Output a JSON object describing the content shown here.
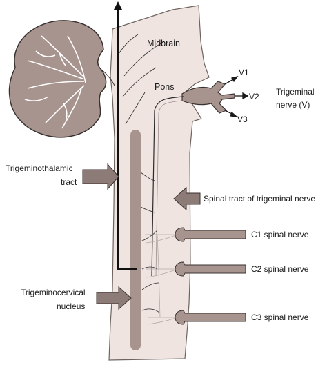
{
  "labels": {
    "midbrain": "Midbrain",
    "pons": "Pons",
    "v1": "V1",
    "v2": "V2",
    "v3": "V3",
    "trigeminal_nerve_line1": "Trigeminal",
    "trigeminal_nerve_line2": "nerve (V)",
    "trigeminothalamic_line1": "Trigeminothalamic",
    "trigeminothalamic_line2": "tract",
    "spinal_tract": "Spinal tract of trigeminal nerve",
    "c1": "C1 spinal nerve",
    "c2": "C2 spinal nerve",
    "c3": "C3 spinal nerve",
    "trigeminocervical_line1": "Trigeminocervical",
    "trigeminocervical_line2": "nucleus"
  },
  "colors": {
    "brainstem_fill": "#efe4e0",
    "structure_fill": "#a8948f",
    "outline": "#2b2b2b",
    "tract": "#111111"
  }
}
